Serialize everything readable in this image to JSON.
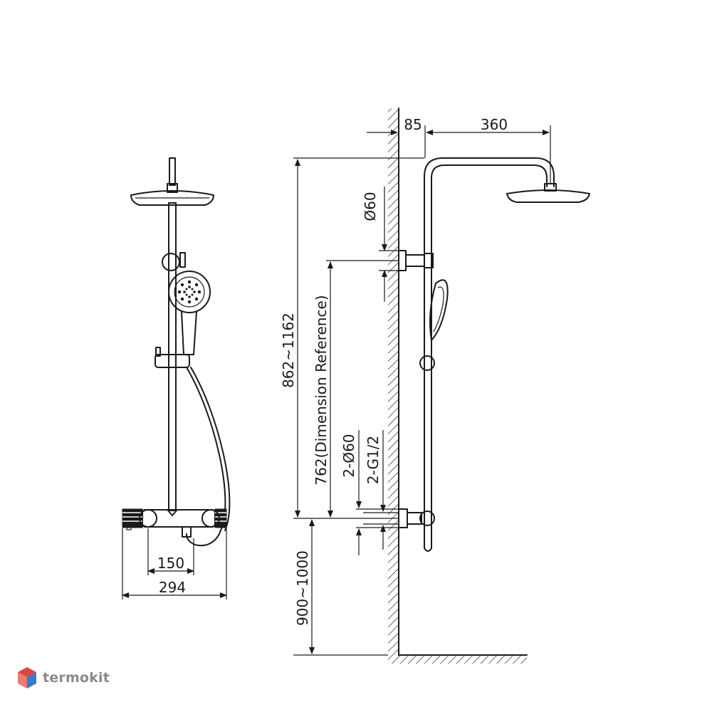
{
  "front_view": {
    "dim_150": "150",
    "dim_294": "294"
  },
  "side_view": {
    "dim_85": "85",
    "dim_360": "360",
    "dim_phi60_top": "Ø60",
    "dim_height_range": "862~1162",
    "dim_reference": "762(Dimension Reference)",
    "dim_2phi60": "2-Ø60",
    "dim_2g12": "2-G1/2",
    "dim_floor": "900~1000"
  },
  "watermark": {
    "brand": "termokit"
  },
  "colors": {
    "line": "#1a1a1a",
    "logo_red": "#e0443a",
    "logo_blue": "#3a78c8",
    "logo_text": "#8a8a8a"
  }
}
